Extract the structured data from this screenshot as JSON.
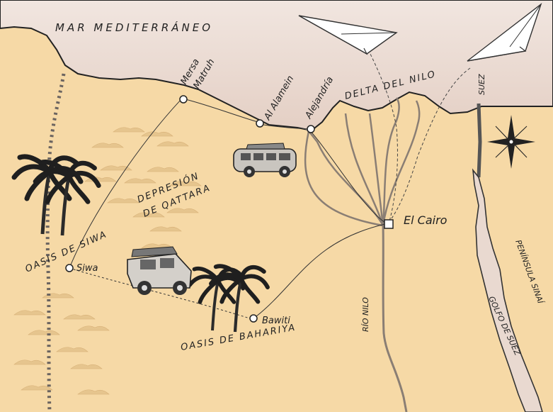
{
  "map": {
    "sea_label": "MAR MEDITERRÁNEO",
    "places": {
      "mersa": [
        "Mersa",
        "Matruh"
      ],
      "alamein": "Al Alamein",
      "alejandria": "Alejandría",
      "delta": "DELTA DEL NILO",
      "suez": "SUEZ",
      "cairo": "El Cairo",
      "depresion": [
        "DEPRESIÓN",
        "DE QATTARA"
      ],
      "oasis_siwa": "OASIS DE SIWA",
      "siwa": "Siwa",
      "bawiti": "Bawiti",
      "oasis_bahariya": "OASIS DE BAHARIYA",
      "rio_nilo": "RÍO NILO",
      "peninsula": "PENÍNSULA SINAÍ",
      "golfo": "GOLFO DE SUEZ"
    },
    "colors": {
      "sea": "#e9d9d0",
      "land": "#f6d9a6",
      "river": "#8a7e74",
      "route": "#3a3a3a",
      "dune": "#e6c58e",
      "palm": "#2a2a2a"
    },
    "icons": [
      "paper-plane-icon",
      "compass-rose-icon",
      "bus-icon",
      "jeep-icon",
      "palm-tree-icon"
    ]
  }
}
